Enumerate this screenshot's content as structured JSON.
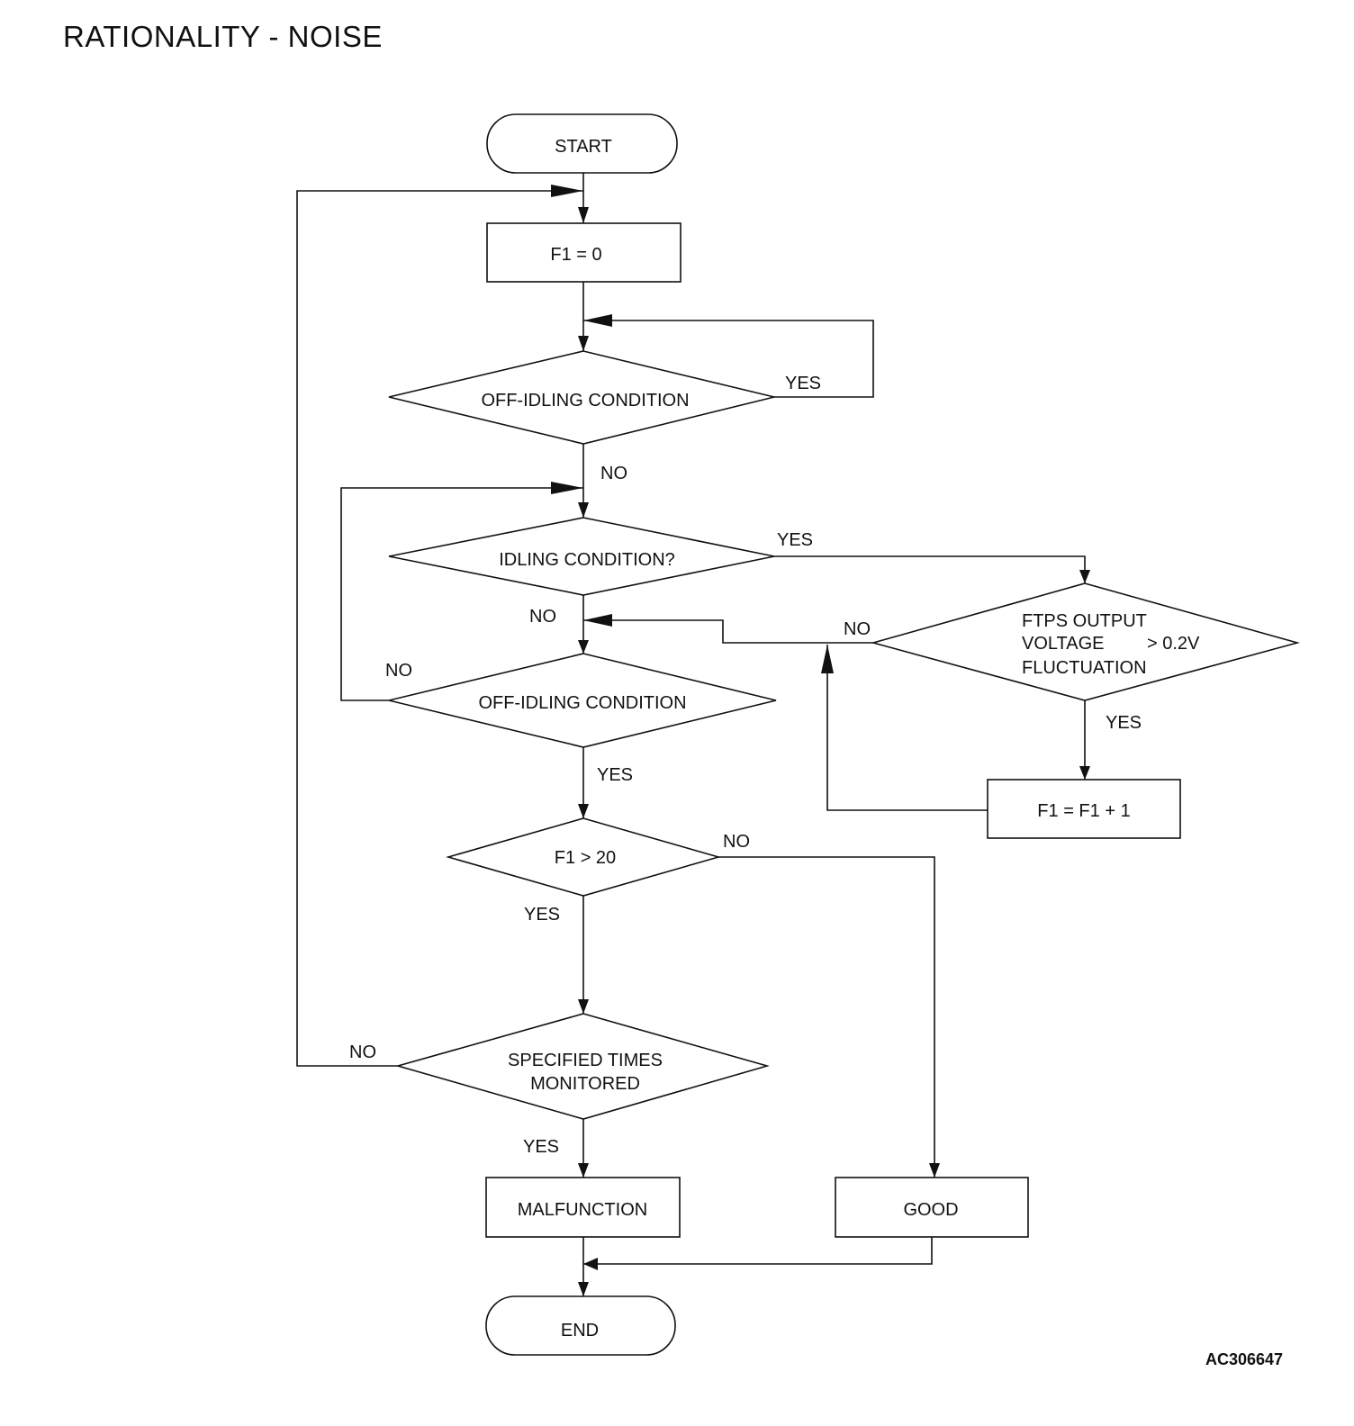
{
  "title": "RATIONALITY - NOISE",
  "figure_id": "AC306647",
  "nodes": {
    "start": "START",
    "f1_zero": "F1 = 0",
    "off_idling_1": "OFF-IDLING CONDITION",
    "idling": "IDLING CONDITION?",
    "ftps_line1": "FTPS OUTPUT",
    "ftps_line2": "VOLTAGE",
    "ftps_line2b": "> 0.2V",
    "ftps_line3": "FLUCTUATION",
    "f1_incr": "F1 = F1 + 1",
    "off_idling_2": "OFF-IDLING CONDITION",
    "f1_gt_20": "F1 > 20",
    "spec_line1": "SPECIFIED TIMES",
    "spec_line2": "MONITORED",
    "malfunction": "MALFUNCTION",
    "good": "GOOD",
    "end": "END"
  },
  "edge_labels": {
    "off_idling_1_yes": "YES",
    "off_idling_1_no": "NO",
    "idling_yes": "YES",
    "idling_no": "NO",
    "ftps_no": "NO",
    "ftps_yes": "YES",
    "off_idling_2_no": "NO",
    "off_idling_2_yes": "YES",
    "f1_gt_20_no": "NO",
    "f1_gt_20_yes": "YES",
    "spec_no": "NO",
    "spec_yes": "YES"
  }
}
